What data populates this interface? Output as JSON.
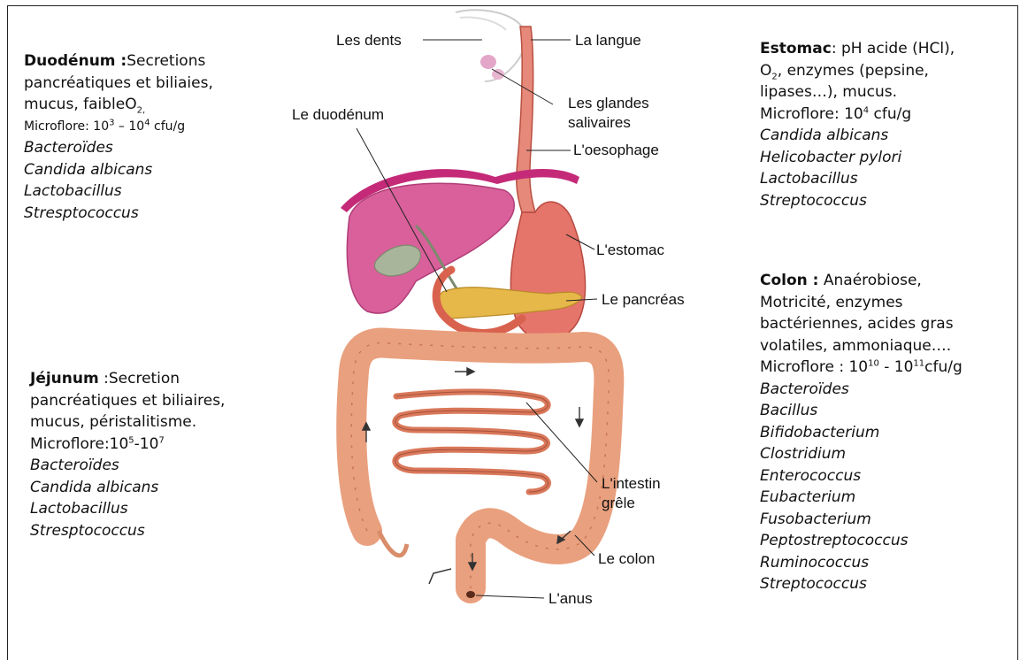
{
  "panels": {
    "duodenum": {
      "title": "Duodénum :",
      "line1_rest": "Secretions",
      "line2": "pancréatiques et biliaies,",
      "line3": "mucus, faibleO",
      "line3_sub": "2,",
      "microflore_label": "Microflore: 10",
      "microflore_exp1": "3",
      "microflore_mid": " – 10",
      "microflore_exp2": "4",
      "microflore_unit": " cfu/g",
      "species": [
        "Bacteroïdes",
        "Candida albicans",
        "Lactobacillus",
        "Stresptococcus"
      ]
    },
    "jejunum": {
      "title": "Jéjunum",
      "line1_rest": " :Secretion",
      "line2": "pancréatiques et biliaires,",
      "line3": "mucus, péristalitisme.",
      "microflore_label": "Microflore:10",
      "microflore_exp1": "5",
      "microflore_mid": "-10",
      "microflore_exp2": "7",
      "species": [
        "Bacteroïdes",
        "Candida albicans",
        "Lactobacillus",
        "Stresptococcus"
      ]
    },
    "estomac": {
      "title": "Estomac",
      "line1_rest": ": pH acide (HCl),",
      "line2_pre": "O",
      "line2_sub": "2",
      "line2_rest": ", enzymes (pepsine,",
      "line3": "lipases…), mucus.",
      "microflore_label": "Microflore:  10",
      "microflore_exp1": "4",
      "microflore_unit": " cfu/g",
      "species": [
        "Candida albicans",
        "Helicobacter pylori",
        "Lactobacillus",
        "Streptococcus"
      ]
    },
    "colon": {
      "title": "Colon :",
      "line1_rest": " Anaérobiose,",
      "line2": "Motricité, enzymes",
      "line3": "bactériennes, acides gras",
      "line4": "volatiles, ammoniaque….",
      "microflore_label": "Microflore :  10",
      "microflore_exp1": "10",
      "microflore_mid": " - 10",
      "microflore_exp2": "11",
      "microflore_unit": "cfu/g",
      "species": [
        "Bacteroïdes",
        "Bacillus",
        "Bifidobacterium",
        "Clostridium",
        "Enterococcus",
        "Eubacterium",
        "Fusobacterium",
        "Peptostreptococcus",
        "Ruminococcus",
        "Streptococcus"
      ]
    }
  },
  "labels": {
    "dents": "Les dents",
    "langue": "La langue",
    "glandes_1": "Les glandes",
    "glandes_2": "salivaires",
    "oesophage": "L'oesophage",
    "duodenum": "Le duodénum",
    "estomac": "L'estomac",
    "pancreas": "Le pancréas",
    "intestin_1": "L'intestin",
    "intestin_2": "grêle",
    "colon": "Le colon",
    "anus": "L'anus"
  },
  "colors": {
    "liver": "#d9609a",
    "stomach": "#e5746a",
    "intestine": "#e9a07e",
    "pancreas": "#e6b84a",
    "gallbladder": "#a8b59a",
    "diaphragm": "#c42a78",
    "small_intestine": "#d9785a"
  }
}
